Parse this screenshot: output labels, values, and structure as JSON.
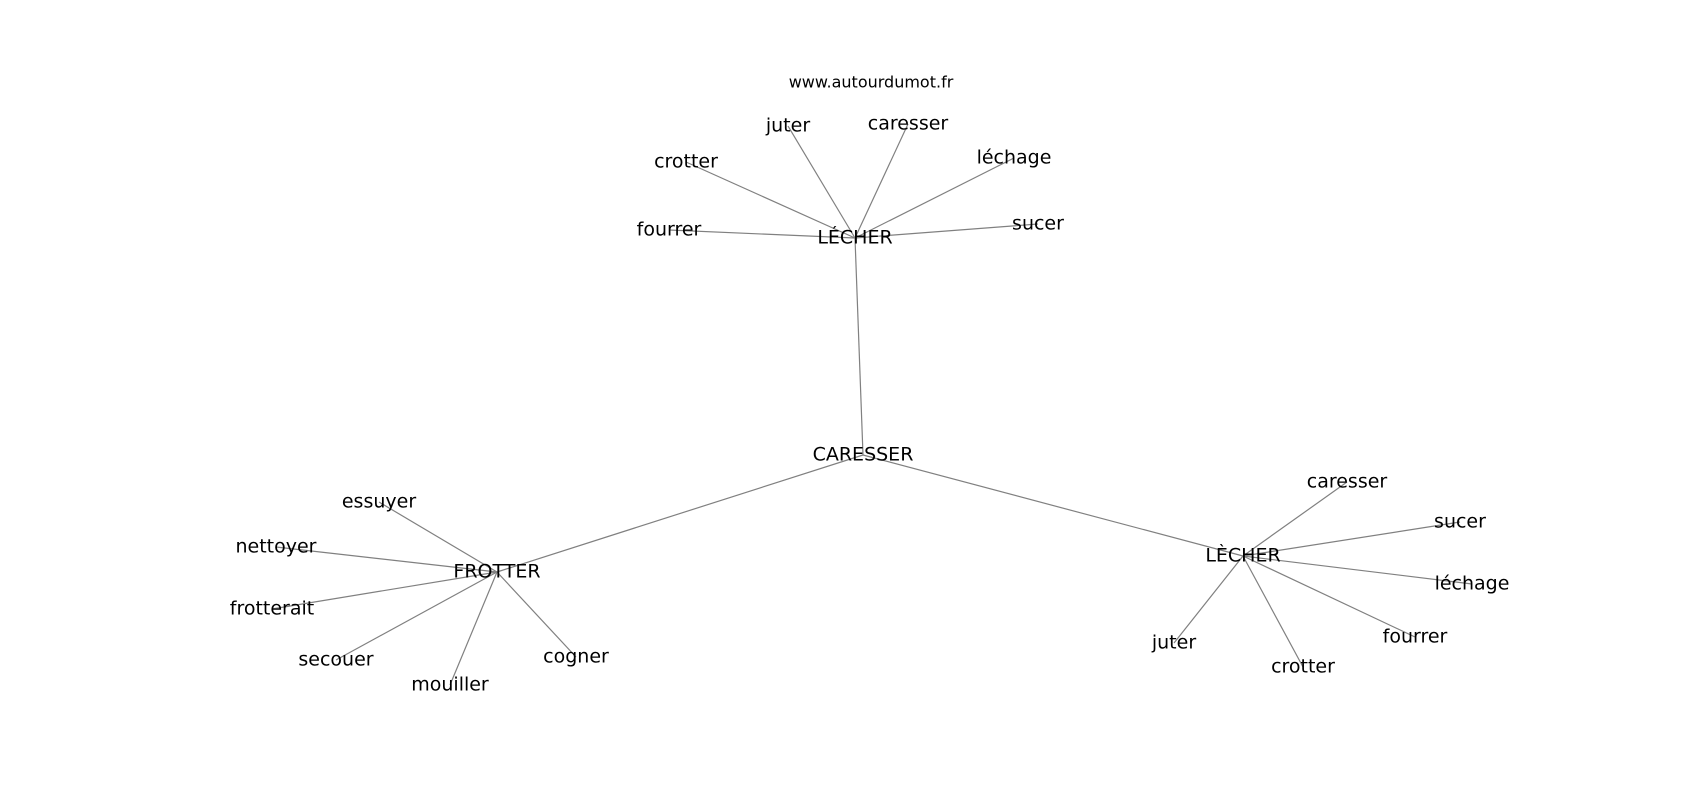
{
  "watermark": "www.autourdumot.fr",
  "colors": {
    "edge": "#808080",
    "text": "#000000",
    "background": "#ffffff"
  },
  "graph": {
    "center": "CARESSER",
    "clusters": [
      {
        "hub": "LÉCHER",
        "leaves": [
          "fourrer",
          "crotter",
          "juter",
          "caresser",
          "léchage",
          "sucer"
        ]
      },
      {
        "hub": "FROTTER",
        "leaves": [
          "essuyer",
          "nettoyer",
          "frotterait",
          "secouer",
          "mouiller",
          "cogner"
        ]
      },
      {
        "hub": "LÈCHER",
        "leaves": [
          "caresser",
          "sucer",
          "léchage",
          "fourrer",
          "crotter",
          "juter"
        ]
      }
    ]
  }
}
